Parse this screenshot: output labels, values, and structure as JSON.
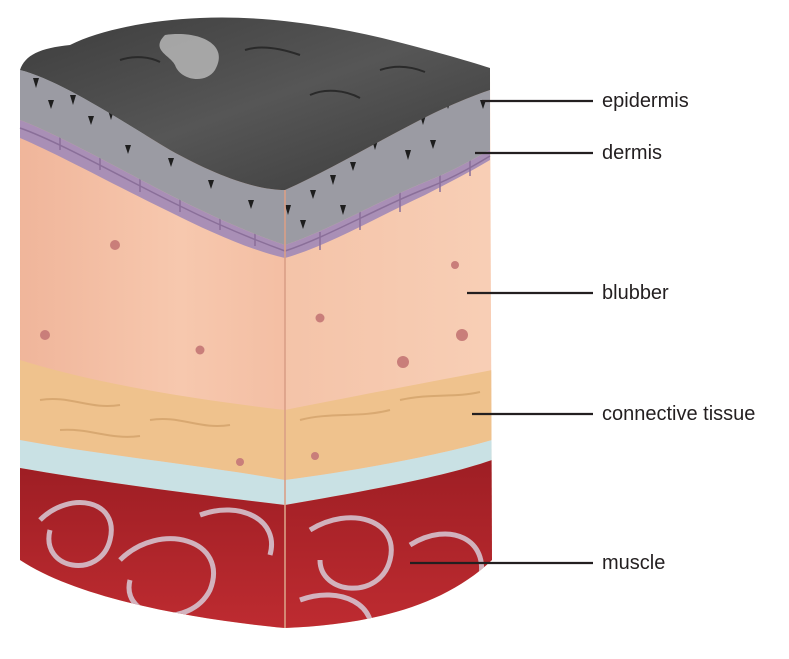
{
  "diagram": {
    "labels": {
      "epidermis": "epidermis",
      "dermis": "dermis",
      "blubber": "blubber",
      "connective_tissue": "connective tissue",
      "muscle": "muscle"
    },
    "colors": {
      "epidermis_top": "#4a4a4a",
      "epidermis_side": "#9b9ba3",
      "dermis": "#a98fb6",
      "blubber": "#f5c1a6",
      "connective_tissue": "#efc28d",
      "fascia": "#c9e1e4",
      "muscle": "#b3262b",
      "leader_line": "#231f20"
    }
  }
}
